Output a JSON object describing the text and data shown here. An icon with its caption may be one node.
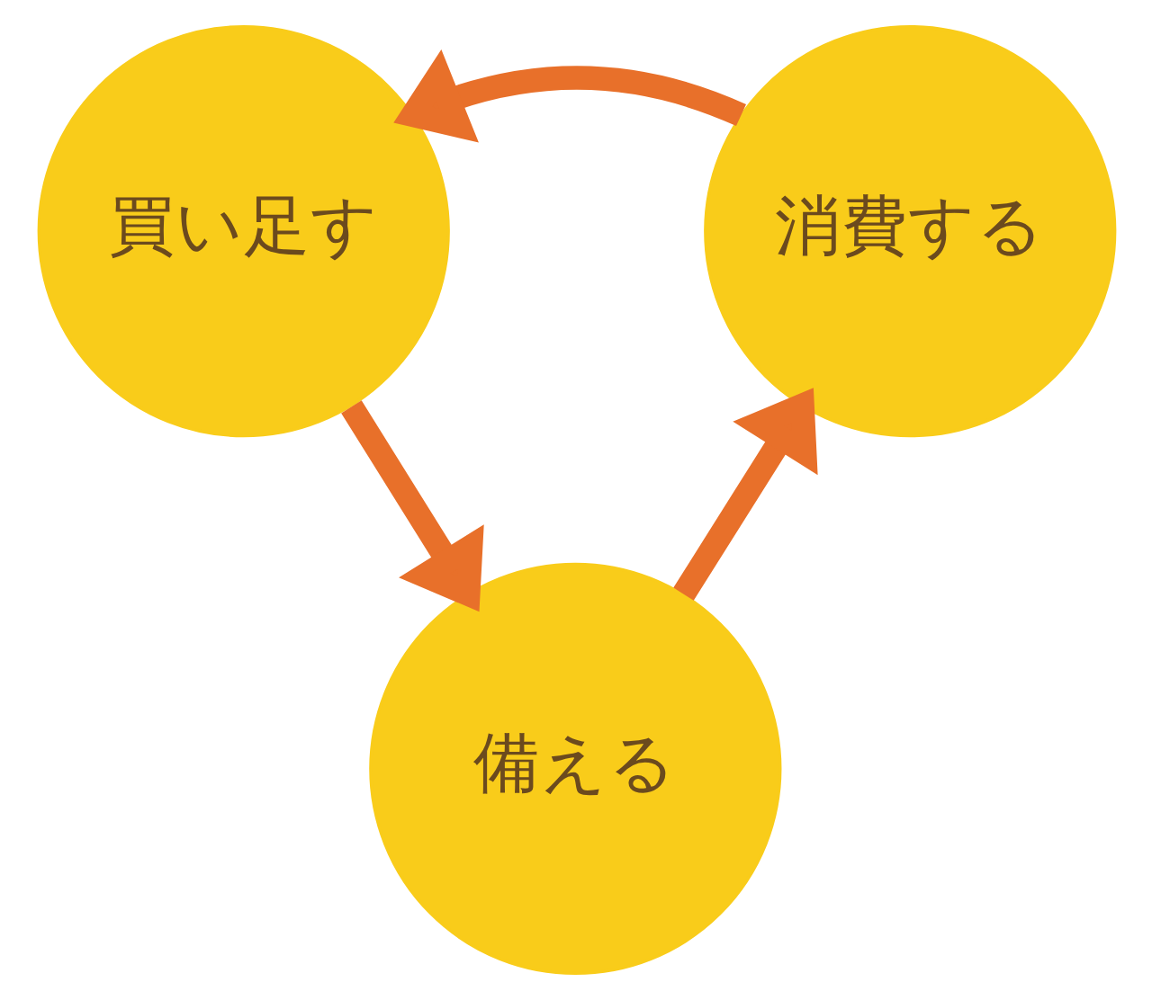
{
  "diagram": {
    "nodes": [
      {
        "text": [
          "備える"
        ]
      },
      {
        "text": [
          "消費する"
        ]
      },
      {
        "text": [
          "買い足す"
        ]
      }
    ],
    "edges": [
      {
        "from": 0,
        "to": 1,
        "arrow": "to"
      },
      {
        "from": 1,
        "to": 2,
        "arrow": "to"
      },
      {
        "from": 2,
        "to": 0,
        "arrow": "to"
      }
    ]
  }
}
